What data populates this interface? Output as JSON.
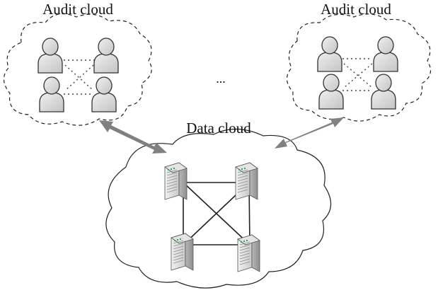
{
  "labels": {
    "audit_left": "Audit cloud",
    "audit_right": "Audit cloud",
    "data_cloud": "Data cloud",
    "ellipsis": "..."
  },
  "icons": {
    "auditor": "person-icon",
    "server": "server-icon",
    "connector": "double-arrow-icon"
  },
  "colors": {
    "arrow": "#808080",
    "cloud_stroke": "#222222",
    "person_fill": "#d6d6d6",
    "server_body": "#c9c9c9",
    "server_led": "#2fa84f"
  }
}
